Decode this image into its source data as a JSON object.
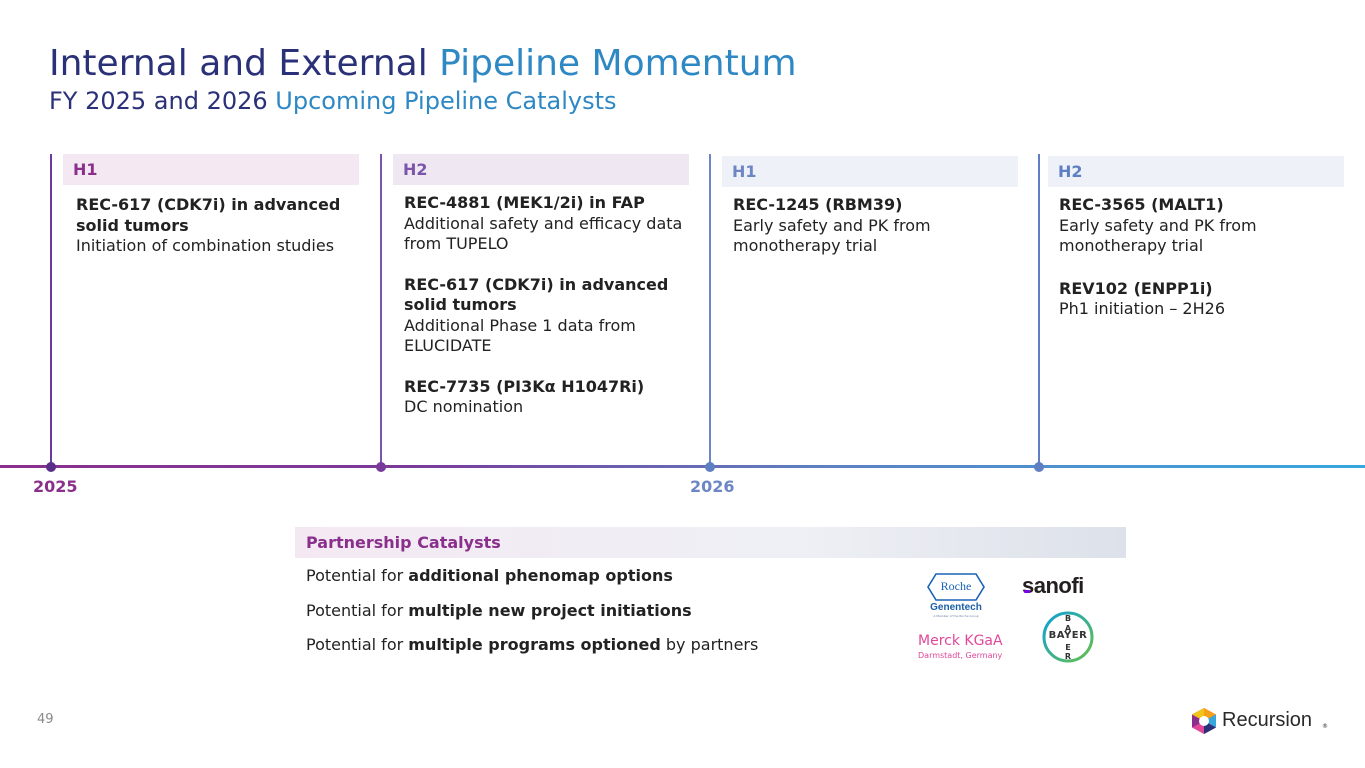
{
  "title": {
    "part1": "Internal and External ",
    "part2": "Pipeline Momentum"
  },
  "subtitle": {
    "part1": "FY 2025 and 2026 ",
    "part2": "Upcoming Pipeline Catalysts"
  },
  "colors": {
    "purple": "#6a3a9e",
    "magenta": "#8a2f8c",
    "blue": "#5e80c2",
    "cyan": "#37a7de",
    "navy": "#2b3178"
  },
  "timeline": {
    "years": [
      "2025",
      "2026"
    ],
    "columns": [
      {
        "half": "H1",
        "items": [
          {
            "heading": "REC-617 (CDK7i) in advanced solid tumors",
            "detail": "Initiation of combination studies"
          }
        ]
      },
      {
        "half": "H2",
        "items": [
          {
            "heading": "REC-4881 (MEK1/2i) in FAP",
            "detail": "Additional safety and efficacy data from TUPELO"
          },
          {
            "heading": "REC-617 (CDK7i) in advanced solid tumors",
            "detail": "Additional Phase 1 data from ELUCIDATE"
          },
          {
            "heading": "REC-7735 (PI3Kα H1047Ri)",
            "detail": "DC nomination"
          }
        ]
      },
      {
        "half": "H1",
        "items": [
          {
            "heading": "REC-1245 (RBM39)",
            "detail": "Early safety and PK from monotherapy trial"
          }
        ]
      },
      {
        "half": "H2",
        "items": [
          {
            "heading": "REC-3565 (MALT1)",
            "detail": "Early safety and PK from monotherapy trial"
          },
          {
            "heading": "REV102 (ENPP1i)",
            "detail": "Ph1 initiation – 2H26"
          }
        ]
      }
    ]
  },
  "partnership": {
    "header": "Partnership Catalysts",
    "lines": [
      {
        "pre": "Potential for ",
        "bold": "additional phenomap options",
        "post": ""
      },
      {
        "pre": "Potential for ",
        "bold": "multiple new project initiations",
        "post": ""
      },
      {
        "pre": "Potential for ",
        "bold": "multiple programs optioned",
        "post": " by partners"
      }
    ],
    "logos": {
      "roche": "Roche",
      "genentech": "Genentech",
      "genentech_tag": "A Member of the Roche Group",
      "sanofi": "sanofi",
      "merck": "Merck KGaA",
      "merck_sub": "Darmstadt, Germany",
      "bayer_vertical": "BAYER",
      "bayer_horizontal": "BAYER"
    }
  },
  "footer": {
    "page_number": "49",
    "brand": "Recursion",
    "brand_mark": "®"
  }
}
